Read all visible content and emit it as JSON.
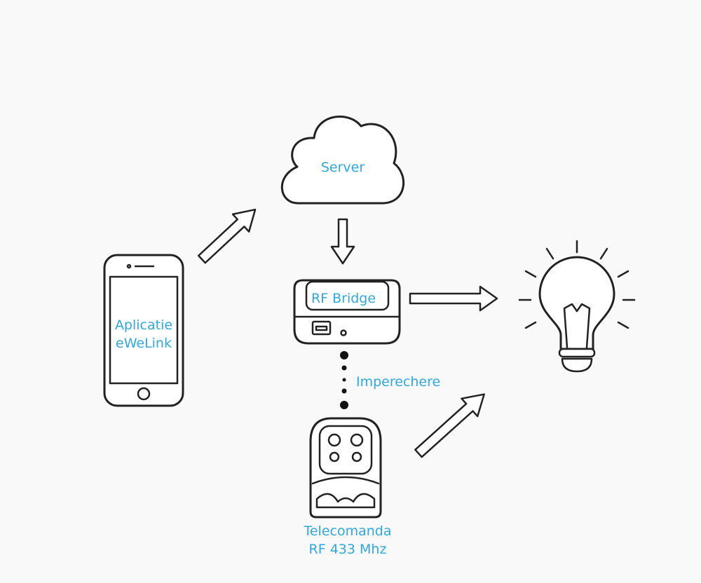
{
  "colors": {
    "background": "#f9f9f9",
    "outline": "#222222",
    "label": "#2fa8e0"
  },
  "labels": {
    "server": "Server",
    "rf_bridge": "RF Bridge",
    "app_line1": "Aplicatie",
    "app_line2": "eWeLink",
    "pairing": "Imperechere",
    "remote_line1": "Telecomanda",
    "remote_line2": "RF 433 Mhz"
  },
  "icons": {
    "phone": "smartphone-icon",
    "cloud": "cloud-icon",
    "bridge": "rf-bridge-icon",
    "remote": "remote-control-icon",
    "bulb": "light-bulb-icon"
  }
}
